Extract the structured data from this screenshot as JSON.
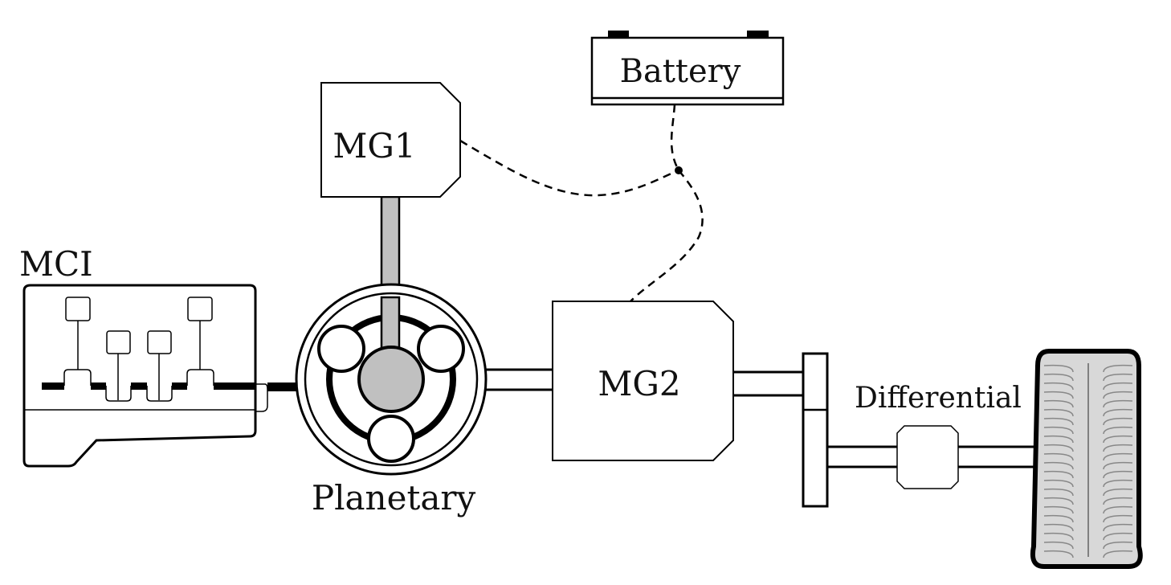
{
  "labels": {
    "battery": "Battery",
    "mg1": "MG1",
    "mg2": "MG2",
    "engine": "MCI",
    "planetary": "Planetary",
    "differential": "Differential"
  },
  "colors": {
    "stroke": "#000000",
    "shaft_gray": "#c0c0c0",
    "tire_gray": "#d8d8d8"
  }
}
